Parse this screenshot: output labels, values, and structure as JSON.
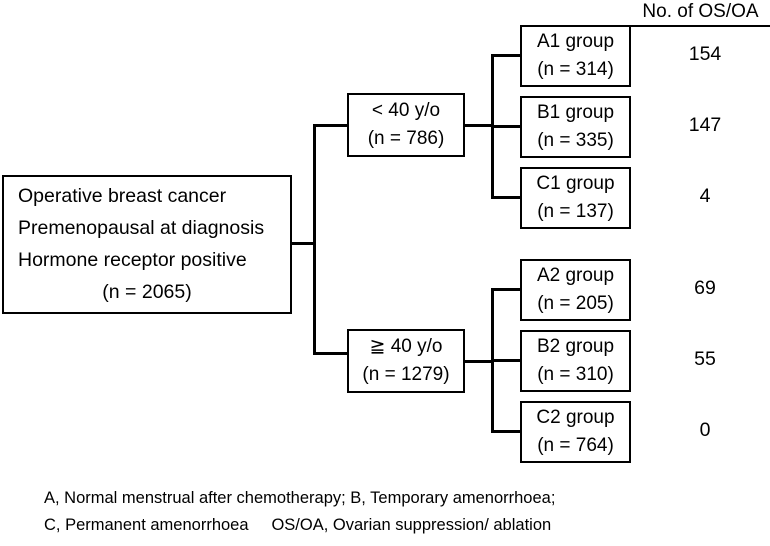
{
  "header": {
    "os_oa_label": "No. of OS/OA"
  },
  "root": {
    "line1": "Operative breast cancer",
    "line2": "Premenopausal at diagnosis",
    "line3": "Hormone receptor positive",
    "line4": "(n = 2065)"
  },
  "age_groups": [
    {
      "label": "< 40 y/o",
      "n_label": "(n = 786)"
    },
    {
      "label": "≧ 40 y/o",
      "n_label": "(n = 1279)"
    }
  ],
  "groups": [
    {
      "label": "A1 group",
      "n_label": "(n = 314)",
      "count": "154"
    },
    {
      "label": "B1 group",
      "n_label": "(n = 335)",
      "count": "147"
    },
    {
      "label": "C1 group",
      "n_label": "(n = 137)",
      "count": "4"
    },
    {
      "label": "A2 group",
      "n_label": "(n = 205)",
      "count": "69"
    },
    {
      "label": "B2 group",
      "n_label": "(n = 310)",
      "count": "55"
    },
    {
      "label": "C2 group",
      "n_label": "(n = 764)",
      "count": "0"
    }
  ],
  "footnotes": {
    "line1": "A, Normal menstrual after chemotherapy; B, Temporary amenorrhoea;",
    "line2": "C, Permanent amenorrhoea     OS/OA, Ovarian suppression/ ablation"
  },
  "colors": {
    "line": "#000000",
    "text": "#000000",
    "background": "#ffffff"
  }
}
